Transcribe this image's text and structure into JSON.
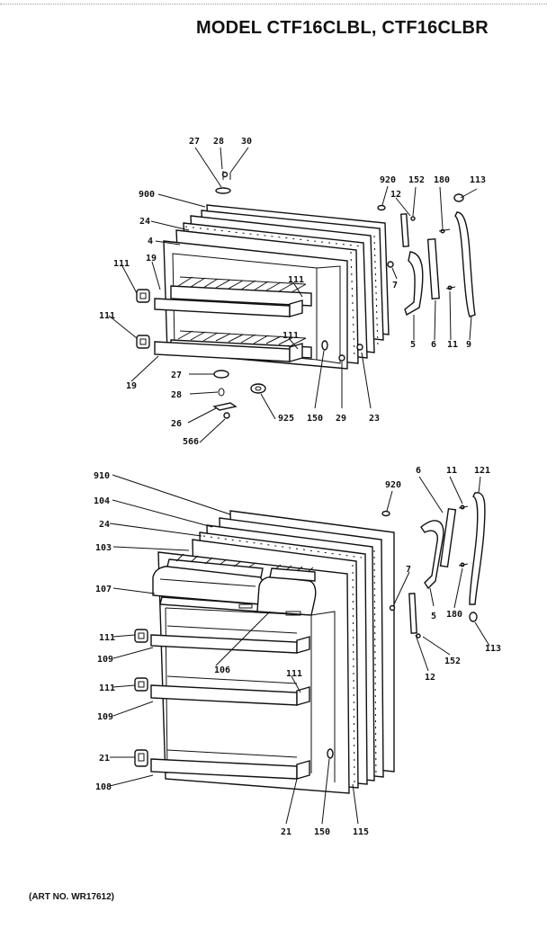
{
  "title": "MODEL CTF16CLBL, CTF16CLBR",
  "art_no": "(ART NO. WR17612)",
  "upper_labels": [
    {
      "id": "u27a",
      "text": "27"
    },
    {
      "id": "u28",
      "text": "28"
    },
    {
      "id": "u30",
      "text": "30"
    },
    {
      "id": "u900",
      "text": "900"
    },
    {
      "id": "u24",
      "text": "24"
    },
    {
      "id": "u4",
      "text": "4"
    },
    {
      "id": "u111a",
      "text": "111"
    },
    {
      "id": "u19a",
      "text": "19"
    },
    {
      "id": "u111b",
      "text": "111"
    },
    {
      "id": "u19b",
      "text": "19"
    },
    {
      "id": "u111c",
      "text": "111"
    },
    {
      "id": "u111d",
      "text": "111"
    },
    {
      "id": "u920",
      "text": "920"
    },
    {
      "id": "u12",
      "text": "12"
    },
    {
      "id": "u152",
      "text": "152"
    },
    {
      "id": "u180",
      "text": "180"
    },
    {
      "id": "u113",
      "text": "113"
    },
    {
      "id": "u7",
      "text": "7"
    },
    {
      "id": "u5",
      "text": "5"
    },
    {
      "id": "u6",
      "text": "6"
    },
    {
      "id": "u11",
      "text": "11"
    },
    {
      "id": "u9",
      "text": "9"
    },
    {
      "id": "u27b",
      "text": "27"
    },
    {
      "id": "u28b",
      "text": "28"
    },
    {
      "id": "u26",
      "text": "26"
    },
    {
      "id": "u566",
      "text": "566"
    },
    {
      "id": "u925",
      "text": "925"
    },
    {
      "id": "u150",
      "text": "150"
    },
    {
      "id": "u29",
      "text": "29"
    },
    {
      "id": "u23",
      "text": "23"
    }
  ],
  "lower_labels": [
    {
      "id": "l910",
      "text": "910"
    },
    {
      "id": "l104",
      "text": "104"
    },
    {
      "id": "l24",
      "text": "24"
    },
    {
      "id": "l103",
      "text": "103"
    },
    {
      "id": "l107",
      "text": "107"
    },
    {
      "id": "l111a",
      "text": "111"
    },
    {
      "id": "l109a",
      "text": "109"
    },
    {
      "id": "l106",
      "text": "106"
    },
    {
      "id": "l111b",
      "text": "111"
    },
    {
      "id": "l111c",
      "text": "111"
    },
    {
      "id": "l109b",
      "text": "109"
    },
    {
      "id": "l21a",
      "text": "21"
    },
    {
      "id": "l108",
      "text": "108"
    },
    {
      "id": "l21b",
      "text": "21"
    },
    {
      "id": "l150",
      "text": "150"
    },
    {
      "id": "l115",
      "text": "115"
    },
    {
      "id": "l920",
      "text": "920"
    },
    {
      "id": "l6",
      "text": "6"
    },
    {
      "id": "l11",
      "text": "11"
    },
    {
      "id": "l121",
      "text": "121"
    },
    {
      "id": "l7",
      "text": "7"
    },
    {
      "id": "l5",
      "text": "5"
    },
    {
      "id": "l180",
      "text": "180"
    },
    {
      "id": "l113",
      "text": "113"
    },
    {
      "id": "l152",
      "text": "152"
    },
    {
      "id": "l12",
      "text": "12"
    }
  ]
}
